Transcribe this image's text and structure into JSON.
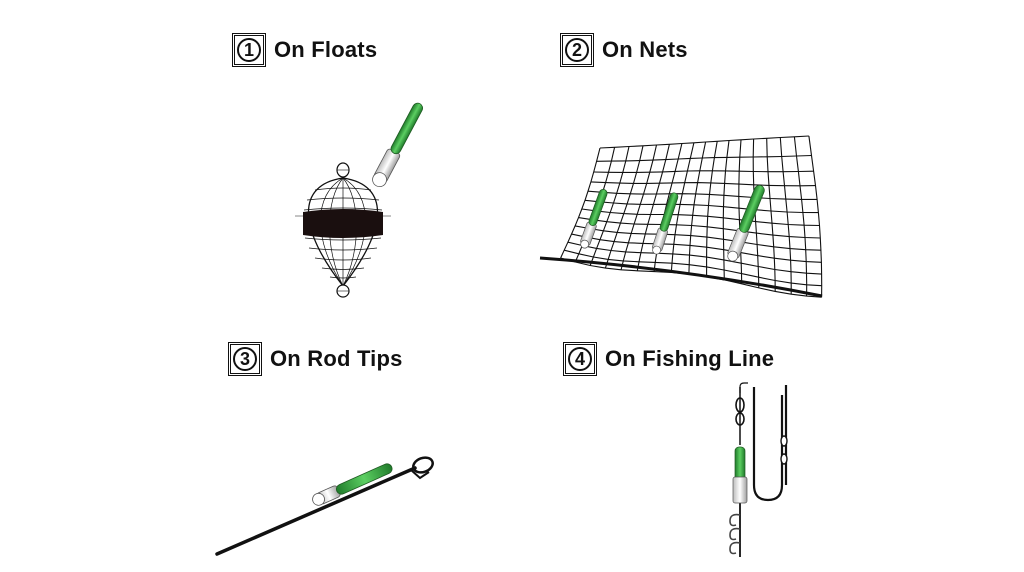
{
  "panels": [
    {
      "number": "1",
      "title": "On Floats"
    },
    {
      "number": "2",
      "title": "On Nets"
    },
    {
      "number": "3",
      "title": "On Rod Tips"
    },
    {
      "number": "4",
      "title": "On Fishing Line"
    }
  ],
  "colors": {
    "light_stick": "#3fb04a",
    "light_stick_dark": "#1f7a2a",
    "ink": "#111111"
  }
}
